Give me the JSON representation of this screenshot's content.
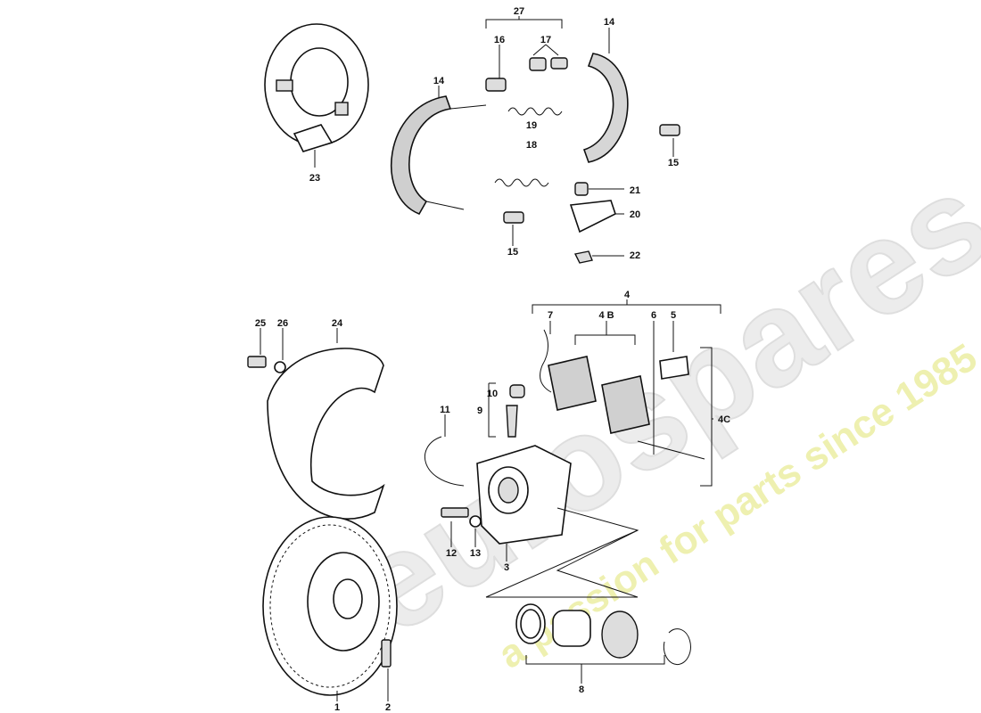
{
  "title": "Rear brake parts diagram",
  "watermark": {
    "brand": "eurospares",
    "tagline": "a passion for parts since 1985",
    "brand_color": "#e8e8e8",
    "tagline_color": "#eef0b0"
  },
  "labels": {
    "p27": "27",
    "p16": "16",
    "p17": "17",
    "p14a": "14",
    "p14b": "14",
    "p19": "19",
    "p18": "18",
    "p15a": "15",
    "p15b": "15",
    "p21": "21",
    "p20": "20",
    "p22": "22",
    "p23": "23",
    "p4": "4",
    "p7": "7",
    "p4B": "4 B",
    "p6": "6",
    "p5": "5",
    "p25": "25",
    "p26": "26",
    "p24": "24",
    "p10": "10",
    "p9": "9",
    "p11": "11",
    "p4C": "4C",
    "p12": "12",
    "p13": "13",
    "p3": "3",
    "p1": "1",
    "p2": "2",
    "p8": "8"
  }
}
